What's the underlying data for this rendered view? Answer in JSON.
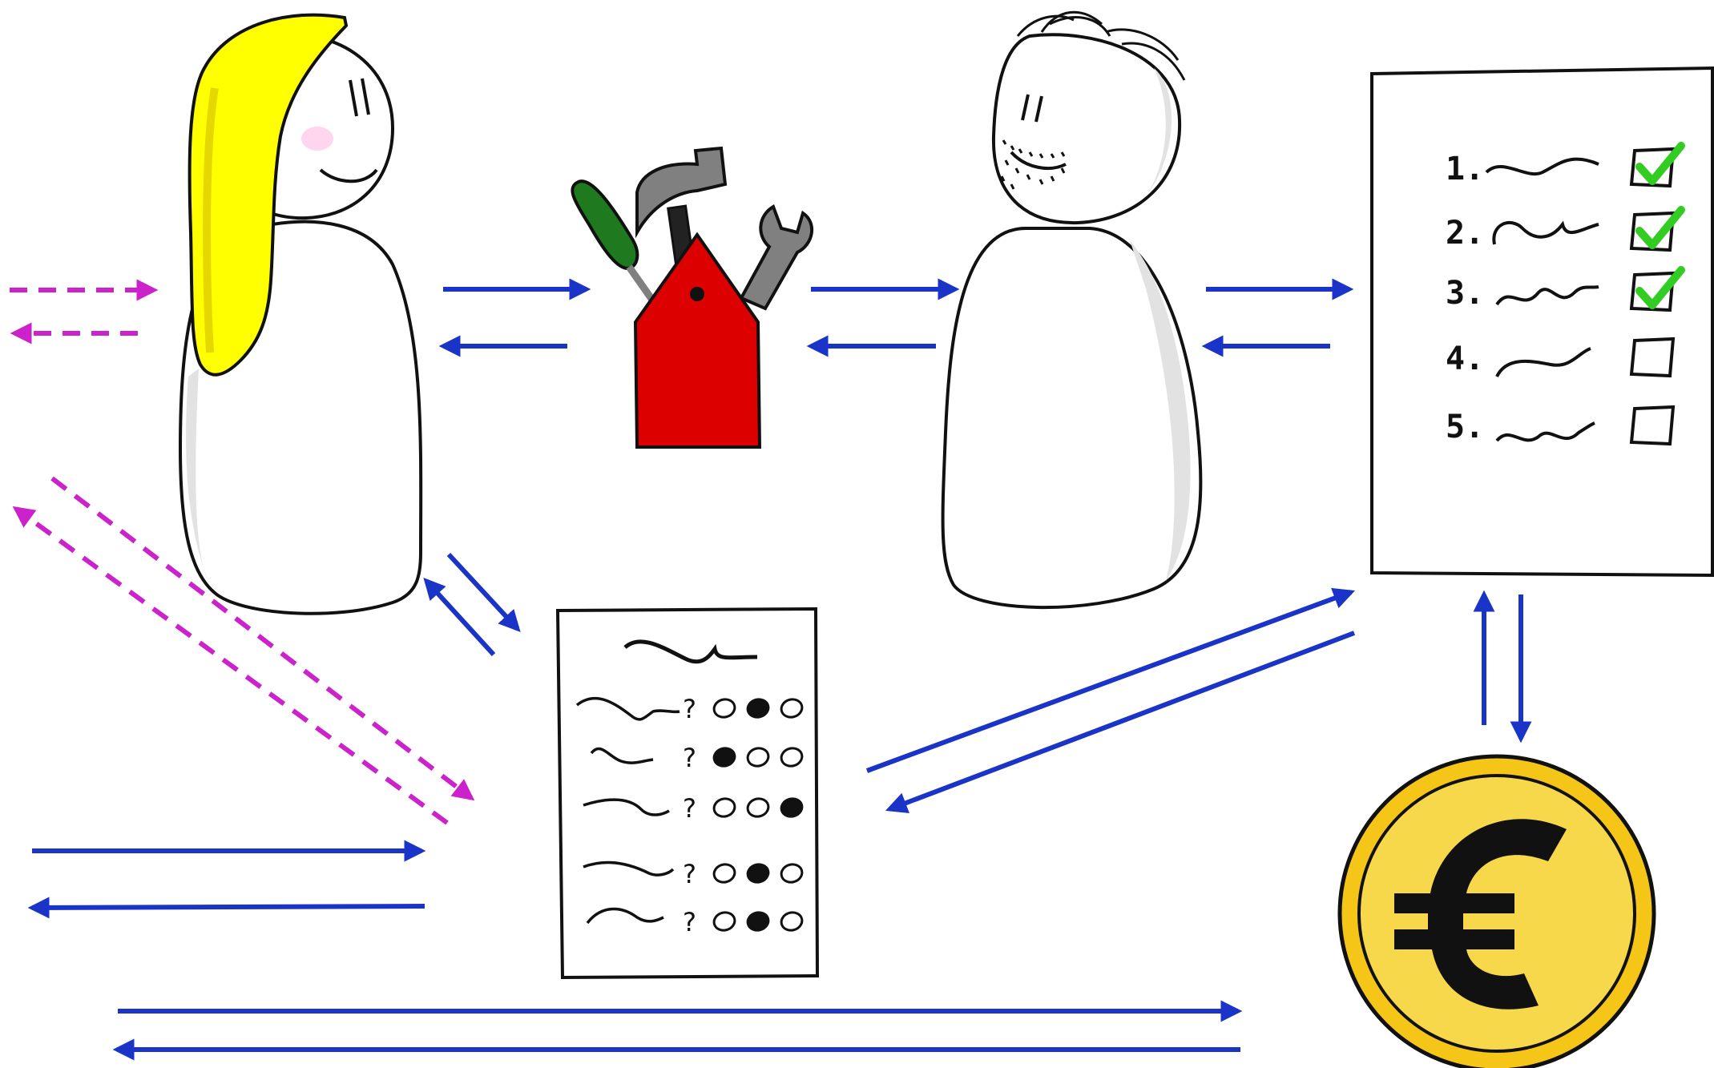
{
  "colors": {
    "arrow_solid": "#1a34c8",
    "arrow_dashed": "#cc22cc",
    "hair": "#ffff00",
    "toolbox": "#dd0000",
    "screwdriver": "#1f7a1f",
    "tool_grey": "#808080",
    "check": "#33cc22",
    "coin_outer": "#f5c518",
    "coin_inner": "#f7d84a",
    "body_shade": "#e2e2e2",
    "cheek": "#ffd6ee"
  },
  "nodes": {
    "woman": {
      "icon": "woman-figure-icon"
    },
    "toolbox": {
      "icon": "toolbox-icon"
    },
    "man": {
      "icon": "bearded-man-figure-icon"
    },
    "checklist": {
      "icon": "checklist-icon",
      "items": [
        {
          "number": "1.",
          "checked": true
        },
        {
          "number": "2.",
          "checked": true
        },
        {
          "number": "3.",
          "checked": true
        },
        {
          "number": "4.",
          "checked": false
        },
        {
          "number": "5.",
          "checked": false
        }
      ]
    },
    "questionnaire": {
      "icon": "questionnaire-icon",
      "questions": [
        {
          "mark": "?",
          "selected": 2
        },
        {
          "mark": "?",
          "selected": 1
        },
        {
          "mark": "?",
          "selected": 3
        },
        {
          "mark": "?",
          "selected": 2
        },
        {
          "mark": "?",
          "selected": 2
        }
      ]
    },
    "coin": {
      "icon": "euro-coin-icon",
      "symbol": "€"
    }
  },
  "arrows": [
    {
      "style": "dashed",
      "direction": "right",
      "note": "from left edge toward woman"
    },
    {
      "style": "dashed",
      "direction": "left",
      "note": "from woman toward left edge"
    },
    {
      "style": "solid",
      "direction": "right",
      "note": "woman to toolbox"
    },
    {
      "style": "solid",
      "direction": "left",
      "note": "toolbox to woman"
    },
    {
      "style": "solid",
      "direction": "right",
      "note": "toolbox to man"
    },
    {
      "style": "solid",
      "direction": "left",
      "note": "man to toolbox"
    },
    {
      "style": "solid",
      "direction": "right",
      "note": "man to checklist"
    },
    {
      "style": "solid",
      "direction": "left",
      "note": "checklist to man"
    },
    {
      "style": "solid",
      "direction": "down-right",
      "note": "woman to questionnaire"
    },
    {
      "style": "solid",
      "direction": "up-left",
      "note": "questionnaire to woman"
    },
    {
      "style": "dashed",
      "direction": "down-right",
      "note": "toward questionnaire"
    },
    {
      "style": "dashed",
      "direction": "up-left",
      "note": "toward upper left"
    },
    {
      "style": "solid",
      "direction": "up-right",
      "note": "questionnaire to checklist"
    },
    {
      "style": "solid",
      "direction": "down-left",
      "note": "checklist to questionnaire"
    },
    {
      "style": "solid",
      "direction": "up",
      "note": "coin to checklist"
    },
    {
      "style": "solid",
      "direction": "down",
      "note": "checklist to coin"
    },
    {
      "style": "solid",
      "direction": "right",
      "note": "lower left arrow"
    },
    {
      "style": "solid",
      "direction": "left",
      "note": "lower left arrow"
    },
    {
      "style": "solid",
      "direction": "right",
      "note": "bottom long arrow"
    },
    {
      "style": "solid",
      "direction": "left",
      "note": "bottom long arrow"
    }
  ]
}
